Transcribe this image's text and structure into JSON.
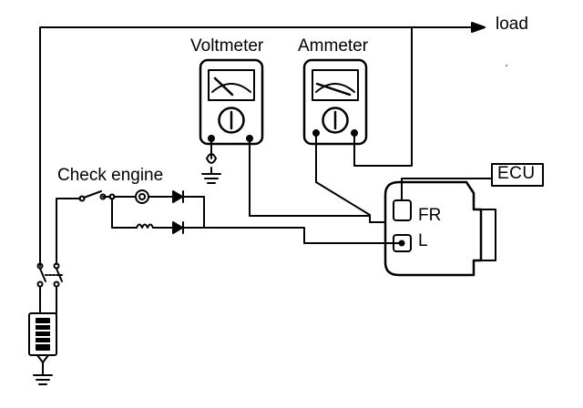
{
  "labels": {
    "load": "load",
    "voltmeter": "Voltmeter",
    "ammeter": "Ammeter",
    "check_engine": "Check engine",
    "ecu": "ECU",
    "fr": "FR",
    "l": "L"
  },
  "colors": {
    "ink": "#000000",
    "paper": "#ffffff"
  }
}
